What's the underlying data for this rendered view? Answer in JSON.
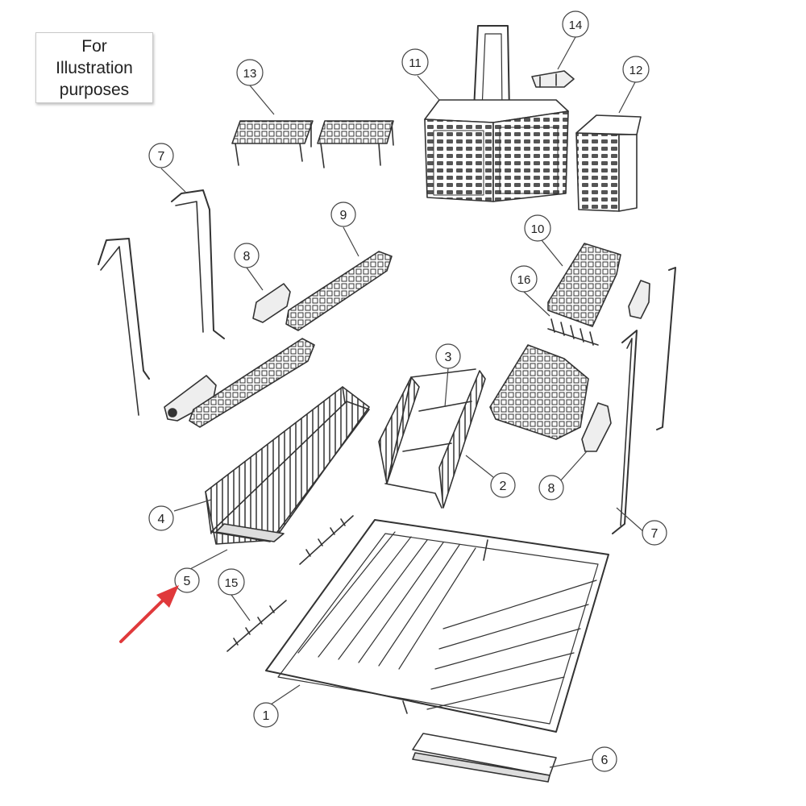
{
  "note": {
    "lines": [
      "For",
      "Illustration",
      "purposes"
    ]
  },
  "callouts": [
    "1",
    "2",
    "3",
    "4",
    "5",
    "6",
    "7",
    "7",
    "8",
    "8",
    "9",
    "10",
    "11",
    "12",
    "13",
    "14",
    "15",
    "16"
  ],
  "colors": {
    "line": "#333333",
    "callout_stroke": "#444444",
    "highlight_arrow": "#e0393b"
  }
}
